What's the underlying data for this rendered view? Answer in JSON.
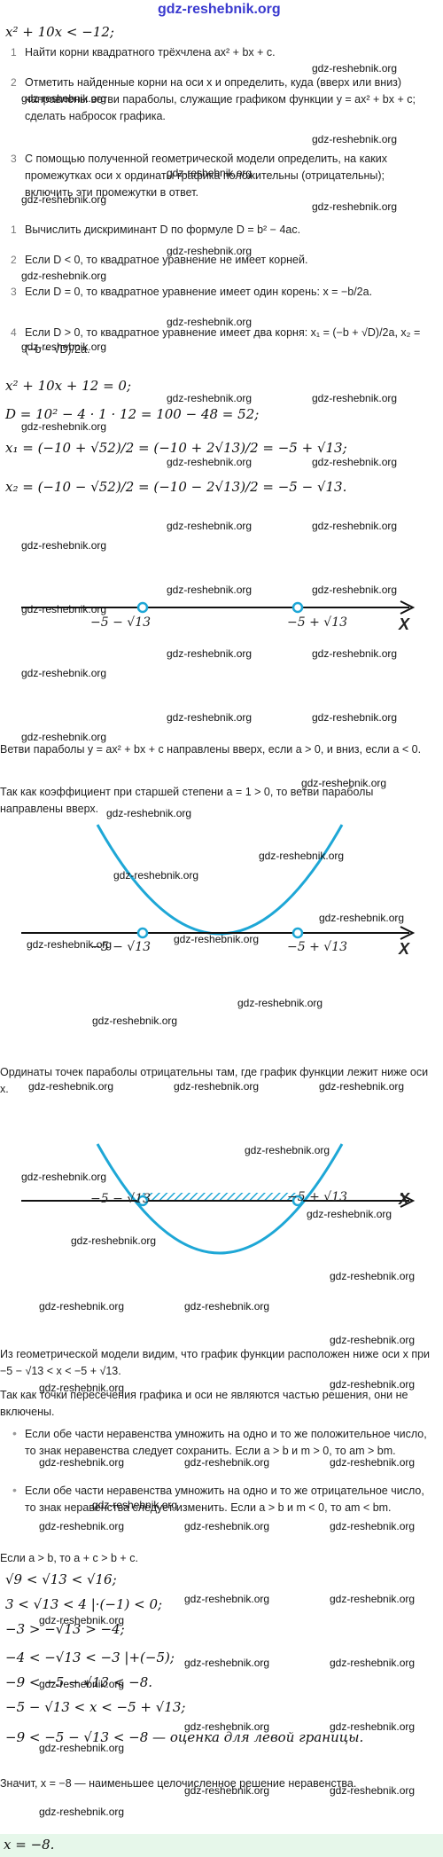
{
  "header": {
    "site": "gdz-reshebnik.org"
  },
  "watermark": "gdz-reshebnik.org",
  "inequality": "x² + 10x < −12;",
  "algorithm": [
    {
      "num": "1",
      "text": "Найти корни квадратного трёхчлена ax² + bx + c."
    },
    {
      "num": "2",
      "text": "Отметить найденные корни на оси x и определить, куда (вверх или вниз) направлены ветви параболы, служащие графиком функции y = ax² + bx + c; сделать набросок графика."
    },
    {
      "num": "3",
      "text": "С помощью полученной геометрической модели определить, на каких промежутках оси x ординаты графика положительны (отрицательны); включить эти промежутки в ответ."
    }
  ],
  "roots_steps": [
    {
      "num": "1",
      "text": "Вычислить дискриминант D по формуле D = b² − 4ac."
    },
    {
      "num": "2",
      "text": "Если D < 0, то квадратное уравнение не имеет корней."
    },
    {
      "num": "3",
      "text": "Если D = 0, то квадратное уравнение имеет один корень: x = −b/2a."
    },
    {
      "num": "4",
      "text": "Если D > 0, то квадратное уравнение имеет два корня: x₁ = (−b + √D)/2a, x₂ = (−b − √D)/2a."
    }
  ],
  "calc": {
    "eq": "x² + 10x + 12 = 0;",
    "d": "D = 10² − 4 · 1 · 12 = 100 − 48 = 52;",
    "x1": "x₁ = (−10 + √52)/2 = (−10 + 2√13)/2 = −5 + √13;",
    "x2": "x₂ = (−10 − √52)/2 = (−10 − 2√13)/2 = −5 − √13."
  },
  "axis": {
    "left_label": "−5 − √13",
    "right_label": "−5 + √13",
    "axis_name": "X"
  },
  "branches_text": "Ветви параболы y = ax² + bx + c направлены вверх, если a > 0, и вниз, если a < 0.",
  "coef_text": "Так как коэффициент при старшей степени a = 1 > 0, то ветви параболы направлены вверх.",
  "ordinates_text": "Ординаты точек параболы отрицательны там, где график функции лежит ниже оси x.",
  "model_text": "Из геометрической модели видим, что график функции расположен ниже оси x при −5 − √13 < x < −5 + √13.",
  "not_included_text": "Так как точки пересечения графика и оси не являются частью решения, они не включены.",
  "rules": [
    "Если обе части неравенства умножить на одно и то же положительное число, то знак неравенства следует сохранить. Если a > b и m > 0, то am > bm.",
    "Если обе части неравенства умножить на одно и то же отрицательное число, то знак неравенства следует изменить. Если a > b и m < 0, то am < bm."
  ],
  "rule_add": "Если a > b, то a + c > b + c.",
  "estimates": [
    "√9 < √13 < √16;",
    "3 < √13 < 4   |·(−1) < 0;",
    "−3 > −√13 > −4;",
    "−4 < −√13 < −3   |+(−5);",
    "−9 < −5 − √13 < −8.",
    "−5 − √13 < x < −5 + √13;",
    "−9 < −5 − √13 < −8 — оценка для левой границы."
  ],
  "conclusion": "Значит, x = −8 — наименьшее целочисленное решение неравенства.",
  "answer": "x = −8.",
  "colors": {
    "curve": "#1ea7d6",
    "axis": "#111111",
    "answer_bg": "#e6f7ea"
  }
}
